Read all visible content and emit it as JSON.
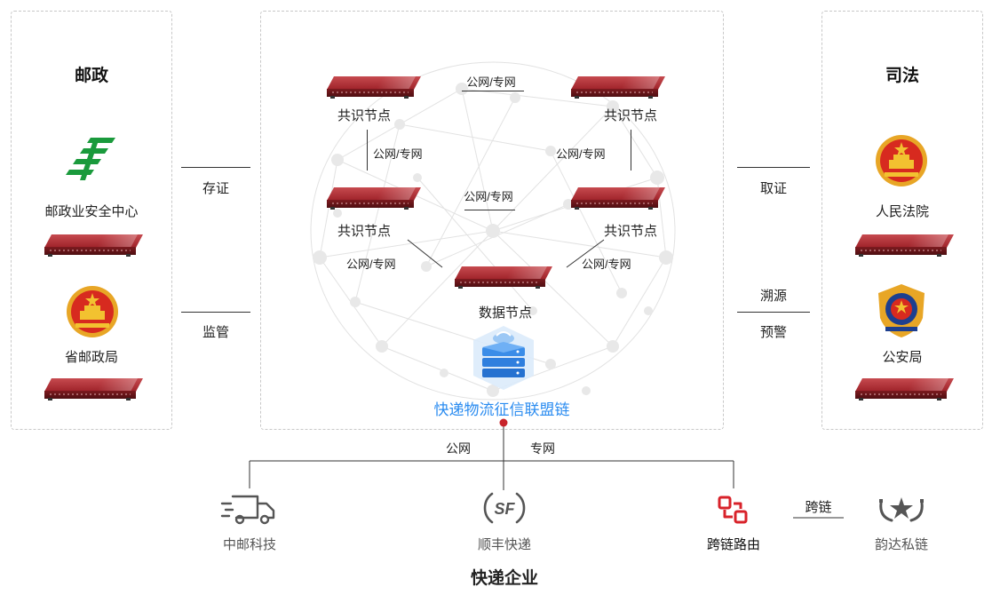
{
  "left": {
    "title": "邮政",
    "org1": "邮政业安全中心",
    "org2": "省邮政局",
    "rel_store": "存证",
    "rel_supervise": "监管"
  },
  "right": {
    "title": "司法",
    "org1": "人民法院",
    "org2": "公安局",
    "rel_evidence": "取证",
    "rel_trace": "溯源",
    "rel_warn": "预警"
  },
  "center": {
    "node_consensus": "共识节点",
    "node_data": "数据节点",
    "net_label": "公网/专网",
    "chain_name": "快递物流征信联盟链"
  },
  "bottom": {
    "public_net": "公网",
    "private_net": "专网",
    "company1": "中邮科技",
    "company2": "顺丰快递",
    "company3": "跨链路由",
    "company4": "韵达私链",
    "crosschain": "跨链",
    "group_title": "快递企业"
  },
  "colors": {
    "server_red": "#a3262c",
    "chain_blue": "#2b8cf0",
    "postal_green": "#1a9a3c",
    "router_red": "#d8222a",
    "emblem_red": "#d72a1f",
    "emblem_gold": "#f2c230"
  }
}
